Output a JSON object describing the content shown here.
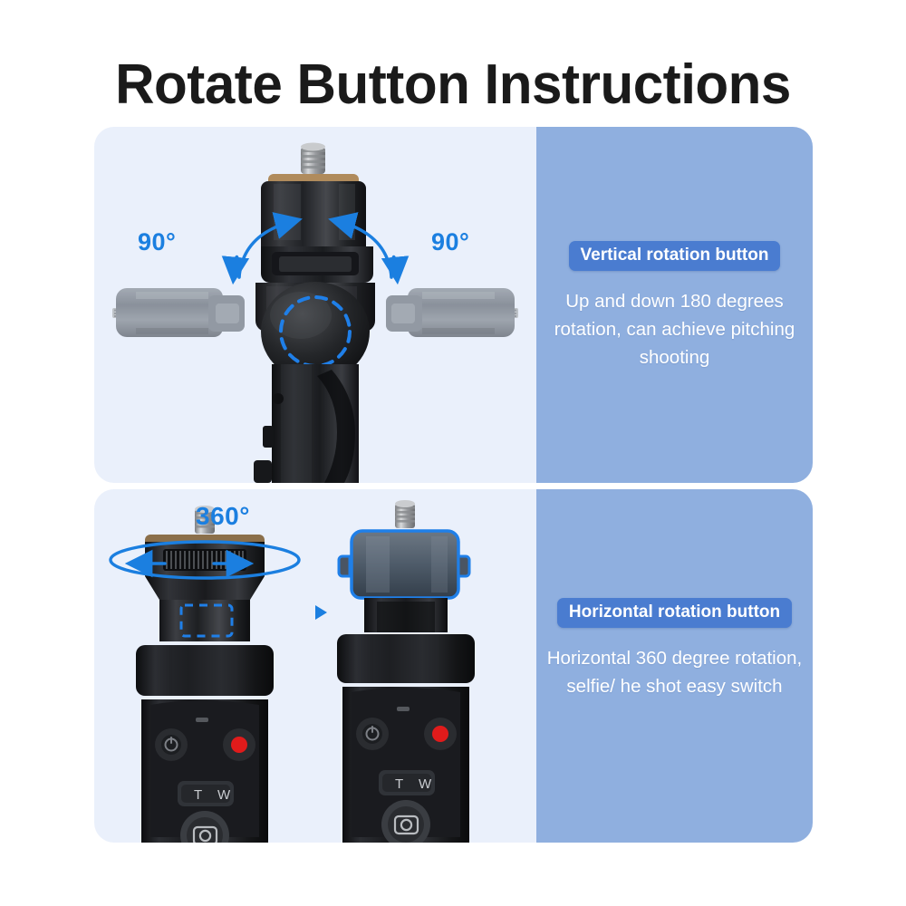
{
  "title": "Rotate Button Instructions",
  "sections": [
    {
      "id": "vertical",
      "badge": "Vertical rotation button",
      "description": "Up and down 180 degrees rotation, can achieve pitching shooting",
      "annotations": {
        "left_angle": "90°",
        "right_angle": "90°"
      }
    },
    {
      "id": "horizontal",
      "badge": "Horizontal rotation button",
      "description": "Horizontal 360 degree rotation, selfie/ he shot easy switch",
      "annotations": {
        "rotation": "360°"
      }
    }
  ],
  "remote_buttons": {
    "zoom_tele": "T",
    "zoom_wide": "W"
  },
  "colors": {
    "title": "#1a1a1a",
    "illustration_panel": "#eaf0fb",
    "text_panel": "#8fafdf",
    "badge": "#4a7cd0",
    "accent_blue": "#1b7fe0",
    "highlight_blue": "#1f7fe8",
    "record_red": "#e01b1b",
    "body_black": "#1b1b1d",
    "ghost_grey": "#8a9099"
  }
}
